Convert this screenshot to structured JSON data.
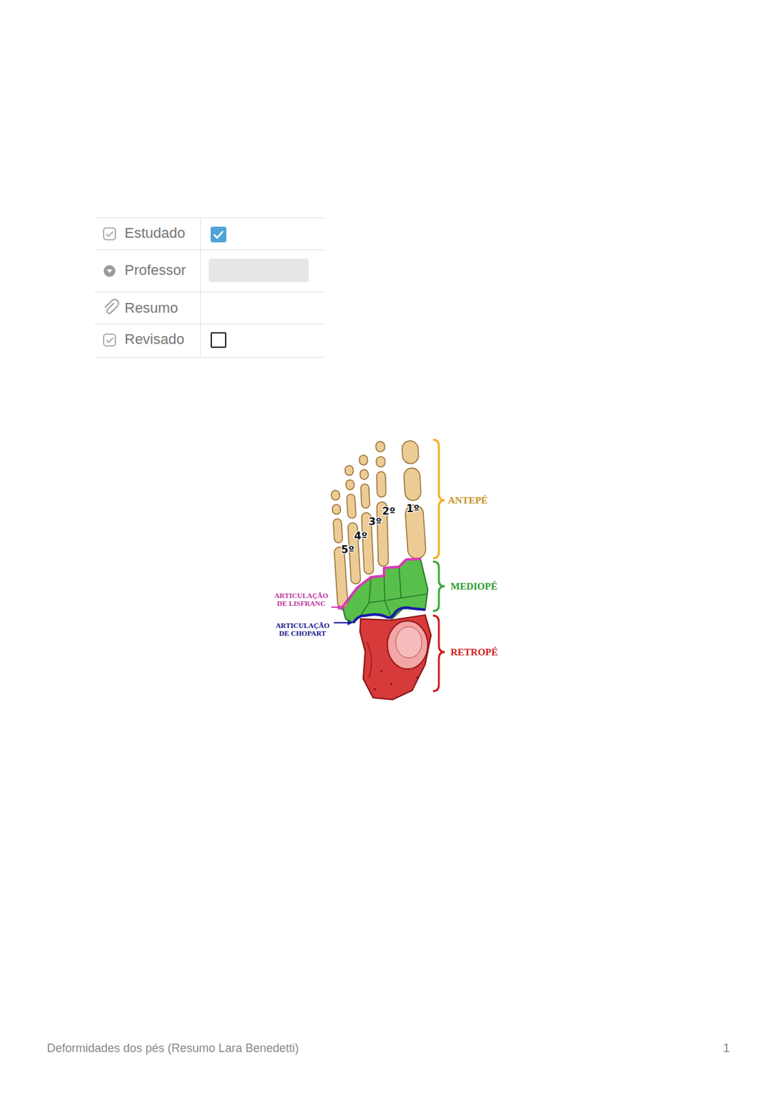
{
  "diagram": {
    "labels": [
      "Estudado",
      "Professor",
      "Resumo",
      "Revisado",
      "ANTEPÉ",
      "2º",
      "1º",
      "3º",
      "4º",
      "5º",
      "MEDIOPÉ",
      "ARTICULAÇÃO DE LISFRANC",
      "ARTICULAÇÃO DE CHOPART",
      "RETROPÉ",
      "Deformidades dos pés (Resumo Lara Benedetti)",
      "1"
    ]
  }
}
